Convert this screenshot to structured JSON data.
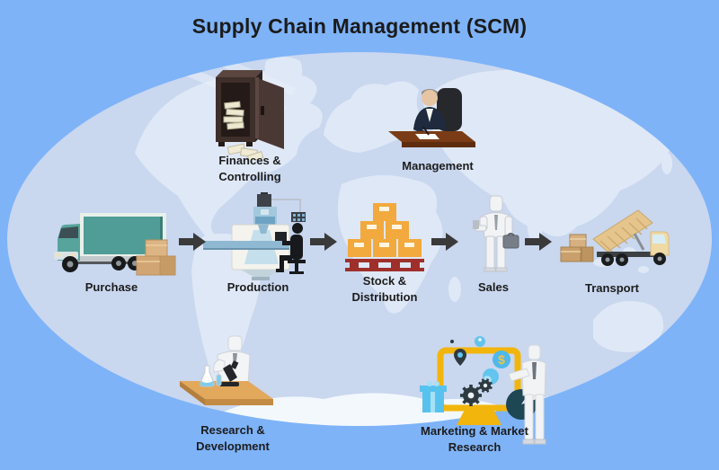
{
  "title": "Supply Chain Management (SCM)",
  "background": {
    "outer_color": "#7EB3F8",
    "globe_ocean_color": "#C9D7EF",
    "globe_land_color": "#DFE8F6",
    "antarctica_color": "#F3F8FD"
  },
  "arrow_color": "#3A3A3A",
  "nodes": {
    "finances": {
      "label_lines": [
        "Finances &",
        "Controlling"
      ],
      "icon": "safe-with-money"
    },
    "management": {
      "label": "Management",
      "icon": "executive-at-desk"
    },
    "purchase": {
      "label": "Purchase",
      "icon": "box-truck"
    },
    "production": {
      "label": "Production",
      "icon": "cnc-machine-with-operator"
    },
    "stock": {
      "label_lines": [
        "Stock &",
        "Distribution"
      ],
      "icon": "boxes-on-pallet"
    },
    "sales": {
      "label": "Sales",
      "icon": "salesman-with-briefcase"
    },
    "transport": {
      "label": "Transport",
      "icon": "dump-truck-unloading"
    },
    "research": {
      "label_lines": [
        "Research &",
        "Development"
      ],
      "icon": "lab-microscope-table"
    },
    "marketing": {
      "label_lines": [
        "Marketing & Market",
        "Research"
      ],
      "icon": "marketing-analytics-monitor"
    }
  },
  "flow_connections": [
    {
      "from": "Purchase",
      "to": "Production"
    },
    {
      "from": "Production",
      "to": "Stock & Distribution"
    },
    {
      "from": "Stock & Distribution",
      "to": "Sales"
    },
    {
      "from": "Sales",
      "to": "Transport"
    }
  ]
}
